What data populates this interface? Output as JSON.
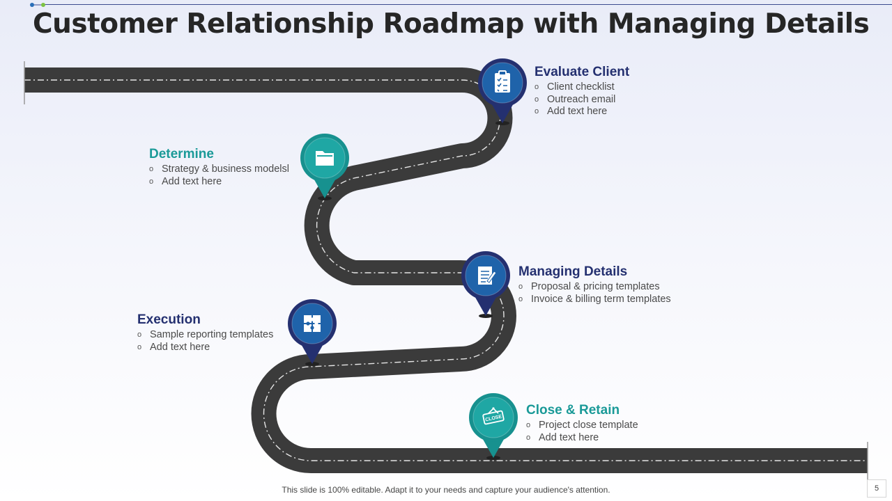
{
  "title": "Customer Relationship Roadmap with Managing Details",
  "colors": {
    "navy": "#243070",
    "teal": "#1a9a98",
    "road": "#3b3b3b"
  },
  "milestones": [
    {
      "heading": "Evaluate Client",
      "icon": "clipboard-icon",
      "color": "navy",
      "items": [
        "Client checklist",
        "Outreach email",
        "Add text here"
      ]
    },
    {
      "heading": "Determine",
      "icon": "folder-icon",
      "color": "teal",
      "items": [
        "Strategy & business modelsl",
        "Add text here"
      ]
    },
    {
      "heading": "Managing Details",
      "icon": "document-edit-icon",
      "color": "navy",
      "items": [
        "Proposal & pricing templates",
        "Invoice & billing term templates"
      ]
    },
    {
      "heading": "Execution",
      "icon": "puzzle-icon",
      "color": "navy",
      "items": [
        "Sample reporting templates",
        "Add text here"
      ]
    },
    {
      "heading": "Close & Retain",
      "icon": "close-sign-icon",
      "color": "teal",
      "items": [
        "Project close template",
        "Add text here"
      ],
      "sign_text": "CLOSE"
    }
  ],
  "bullet": "o",
  "footer": "This slide is 100% editable. Adapt it to your needs and capture your audience's attention.",
  "page_number": "5"
}
